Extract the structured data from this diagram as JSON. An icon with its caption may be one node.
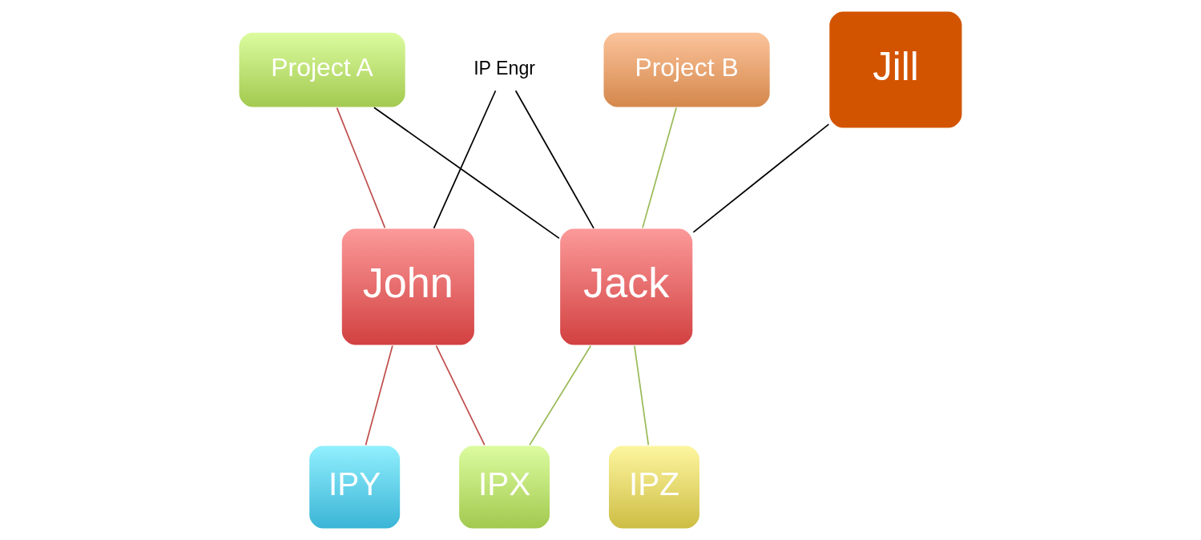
{
  "diagram": {
    "nodes": [
      {
        "text": [
          "Project A"
        ]
      },
      {
        "text": [
          "IP Engr"
        ]
      },
      {
        "text": [
          "Project B"
        ]
      },
      {
        "text": [
          "Jill"
        ]
      },
      {
        "text": [
          "John"
        ]
      },
      {
        "text": [
          "Jack"
        ]
      },
      {
        "text": [
          "IPY"
        ]
      },
      {
        "text": [
          "IPX"
        ]
      },
      {
        "text": [
          "IPZ"
        ]
      }
    ],
    "edges": [
      {
        "from": 0,
        "to": 4,
        "arrow": "none",
        "color": "#c0504d"
      },
      {
        "from": 0,
        "to": 5,
        "arrow": "none"
      },
      {
        "from": 1,
        "to": 4,
        "arrow": "none"
      },
      {
        "from": 1,
        "to": 5,
        "arrow": "none"
      },
      {
        "from": 2,
        "to": 5,
        "arrow": "none",
        "color": "#9bbb59"
      },
      {
        "from": 3,
        "to": 5,
        "arrow": "none"
      },
      {
        "from": 4,
        "to": 6,
        "arrow": "none",
        "color": "#c0504d"
      },
      {
        "from": 4,
        "to": 7,
        "arrow": "none",
        "color": "#c0504d"
      },
      {
        "from": 5,
        "to": 7,
        "arrow": "none",
        "color": "#9bbb59"
      },
      {
        "from": 5,
        "to": 8,
        "arrow": "none",
        "color": "#9bbb59"
      }
    ]
  }
}
